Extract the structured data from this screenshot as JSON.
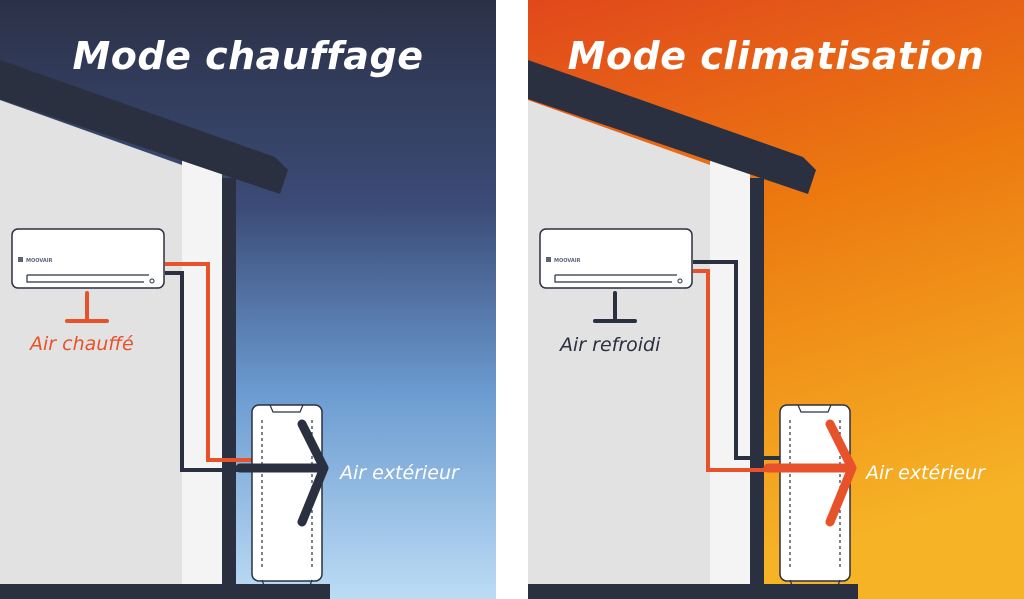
{
  "panels": {
    "heating": {
      "title": "Mode chauffage",
      "indoor_air_label": "Air chauffé",
      "outdoor_air_label": "Air extérieur",
      "unit_brand": "MOOVAIR",
      "colors": {
        "sky_top": "#2b3147",
        "sky_bottom": "#bcdcf5",
        "arrow": "#e8522a",
        "indoor_text": "#e8522a"
      }
    },
    "cooling": {
      "title": "Mode climatisation",
      "indoor_air_label": "Air refroidi",
      "outdoor_air_label": "Air extérieur",
      "unit_brand": "MOOVAIR",
      "colors": {
        "sky_top": "#e1481c",
        "sky_bottom": "#f6b326",
        "arrow": "#e8522a",
        "indoor_text": "#2b3040"
      }
    }
  },
  "colors": {
    "dark": "#2b3040",
    "wall": "#e2e2e2",
    "wall_light": "#f4f4f4",
    "pipe_hot": "#e8522a",
    "pipe_cold": "#2b3040"
  }
}
